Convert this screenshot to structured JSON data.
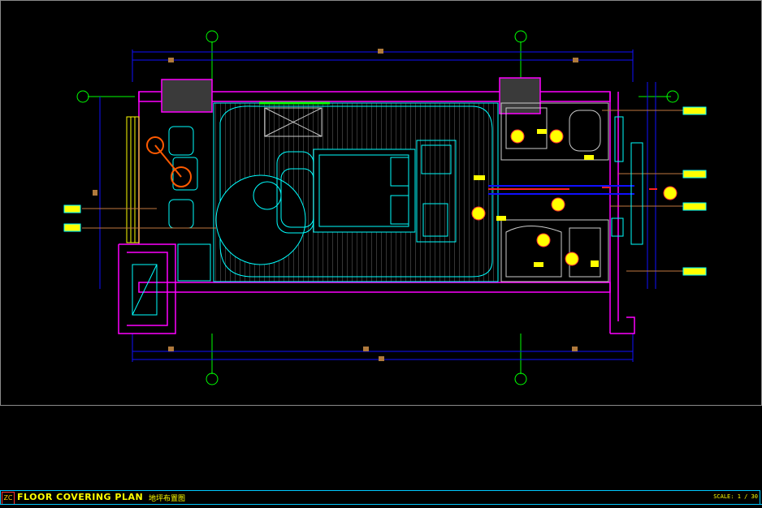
{
  "title_block": {
    "badge": "ZC",
    "title": "FLOOR COVERING PLAN",
    "subtitle": "地坪布置图",
    "scale": "SCALE: 1 / 30"
  },
  "colors": {
    "background": "#000000",
    "wall": "#ff00ff",
    "dimension": "#0000ff",
    "furniture": "#00ffff",
    "floor_pattern": "#8c8c8c",
    "fixture": "#ffff00",
    "accent": "#ff2020",
    "marker": "#00ff00"
  }
}
